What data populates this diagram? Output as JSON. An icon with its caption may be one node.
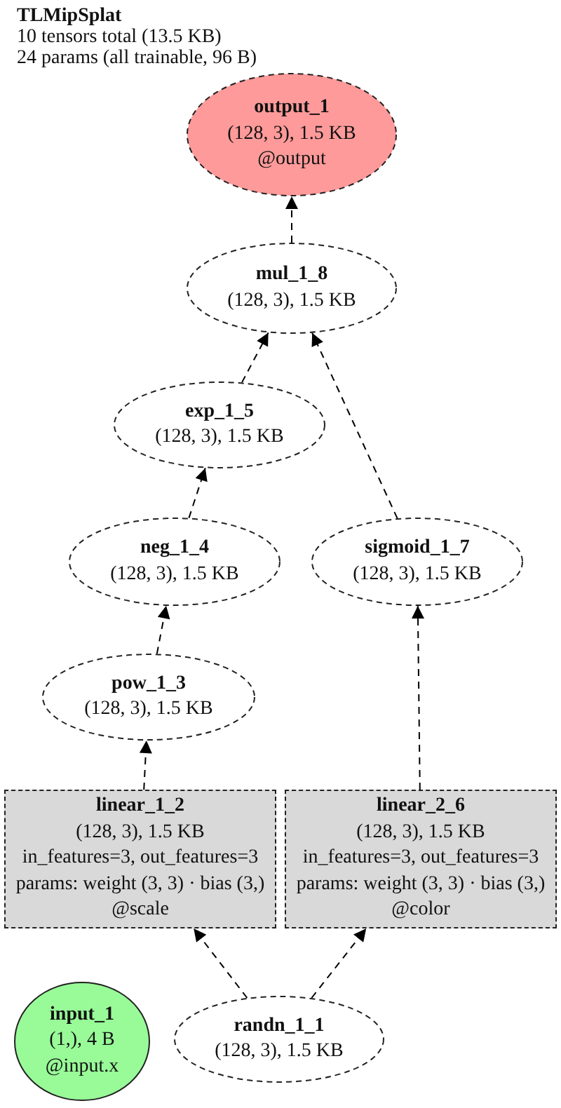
{
  "diagram": {
    "title": "TLMipSplat",
    "labels": [
      "10 tensors total (13.5 KB)",
      "24 params (all trainable, 96 B)"
    ],
    "nodes": [
      {
        "text": [
          "output_1",
          "(128, 3), 1.5 KB",
          "@output"
        ]
      },
      {
        "text": [
          "mul_1_8",
          "(128, 3), 1.5 KB"
        ]
      },
      {
        "text": [
          "exp_1_5",
          "(128, 3), 1.5 KB"
        ]
      },
      {
        "text": [
          "neg_1_4",
          "(128, 3), 1.5 KB"
        ]
      },
      {
        "text": [
          "sigmoid_1_7",
          "(128, 3), 1.5 KB"
        ]
      },
      {
        "text": [
          "pow_1_3",
          "(128, 3), 1.5 KB"
        ]
      },
      {
        "text": [
          "linear_1_2",
          "(128, 3), 1.5 KB",
          "in_features=3, out_features=3",
          "params: weight (3, 3) · bias (3,)",
          "@scale"
        ]
      },
      {
        "text": [
          "linear_2_6",
          "(128, 3), 1.5 KB",
          "in_features=3, out_features=3",
          "params: weight (3, 3) · bias (3,)",
          "@color"
        ]
      },
      {
        "text": [
          "input_1",
          "(1,), 4 B",
          "@input.x"
        ]
      },
      {
        "text": [
          "randn_1_1",
          "(128, 3), 1.5 KB"
        ]
      }
    ],
    "edges": [
      {
        "from": 1,
        "to": 0,
        "arrow": "to",
        "style": "dashed"
      },
      {
        "from": 2,
        "to": 1,
        "arrow": "to",
        "style": "dashed"
      },
      {
        "from": 4,
        "to": 1,
        "arrow": "to",
        "style": "dashed"
      },
      {
        "from": 3,
        "to": 2,
        "arrow": "to",
        "style": "dashed"
      },
      {
        "from": 5,
        "to": 3,
        "arrow": "to",
        "style": "dashed"
      },
      {
        "from": 6,
        "to": 5,
        "arrow": "to",
        "style": "dashed"
      },
      {
        "from": 7,
        "to": 4,
        "arrow": "to",
        "style": "dashed"
      },
      {
        "from": 9,
        "to": 6,
        "arrow": "to",
        "style": "dashed"
      },
      {
        "from": 9,
        "to": 7,
        "arrow": "to",
        "style": "dashed"
      }
    ]
  }
}
